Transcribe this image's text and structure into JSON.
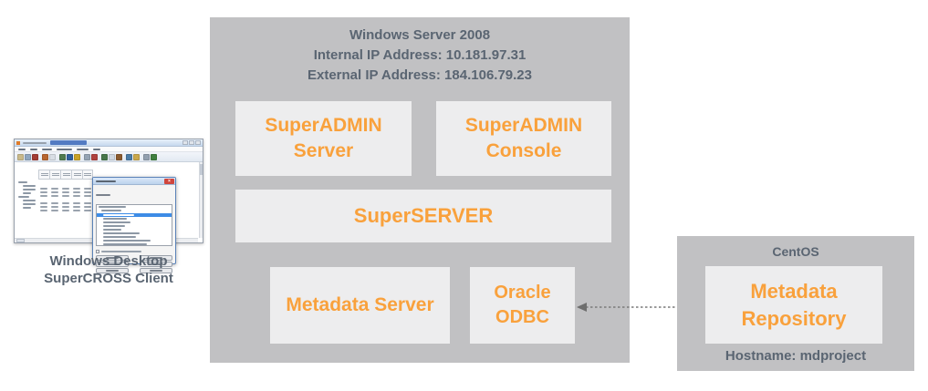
{
  "caption": {
    "line1": "Windows Desktop",
    "line2": "SuperCROSS Client"
  },
  "windows_server": {
    "title": "Windows Server 2008",
    "internal_ip": "Internal IP Address: 10.181.97.31",
    "external_ip": "External IP Address: 184.106.79.23",
    "superadmin_server": {
      "line1": "SuperADMIN",
      "line2": "Server"
    },
    "superadmin_console": {
      "line1": "SuperADMIN",
      "line2": "Console"
    },
    "superserver": "SuperSERVER",
    "metadata_server": "Metadata Server",
    "oracle_odbc": {
      "line1": "Oracle",
      "line2": "ODBC"
    }
  },
  "centos": {
    "title": "CentOS",
    "metadata_repository": {
      "line1": "Metadata",
      "line2": "Repository"
    },
    "hostname": "Hostname: mdproject"
  },
  "connection": {
    "style": "dashed-double-arrow"
  },
  "colors": {
    "component_text_orange": "#F9A13C",
    "label_text_slate": "#5A6572",
    "os_box_gray": "#C1C1C3",
    "component_box_light": "#EDEDEE",
    "arrow_gray": "#777777"
  }
}
